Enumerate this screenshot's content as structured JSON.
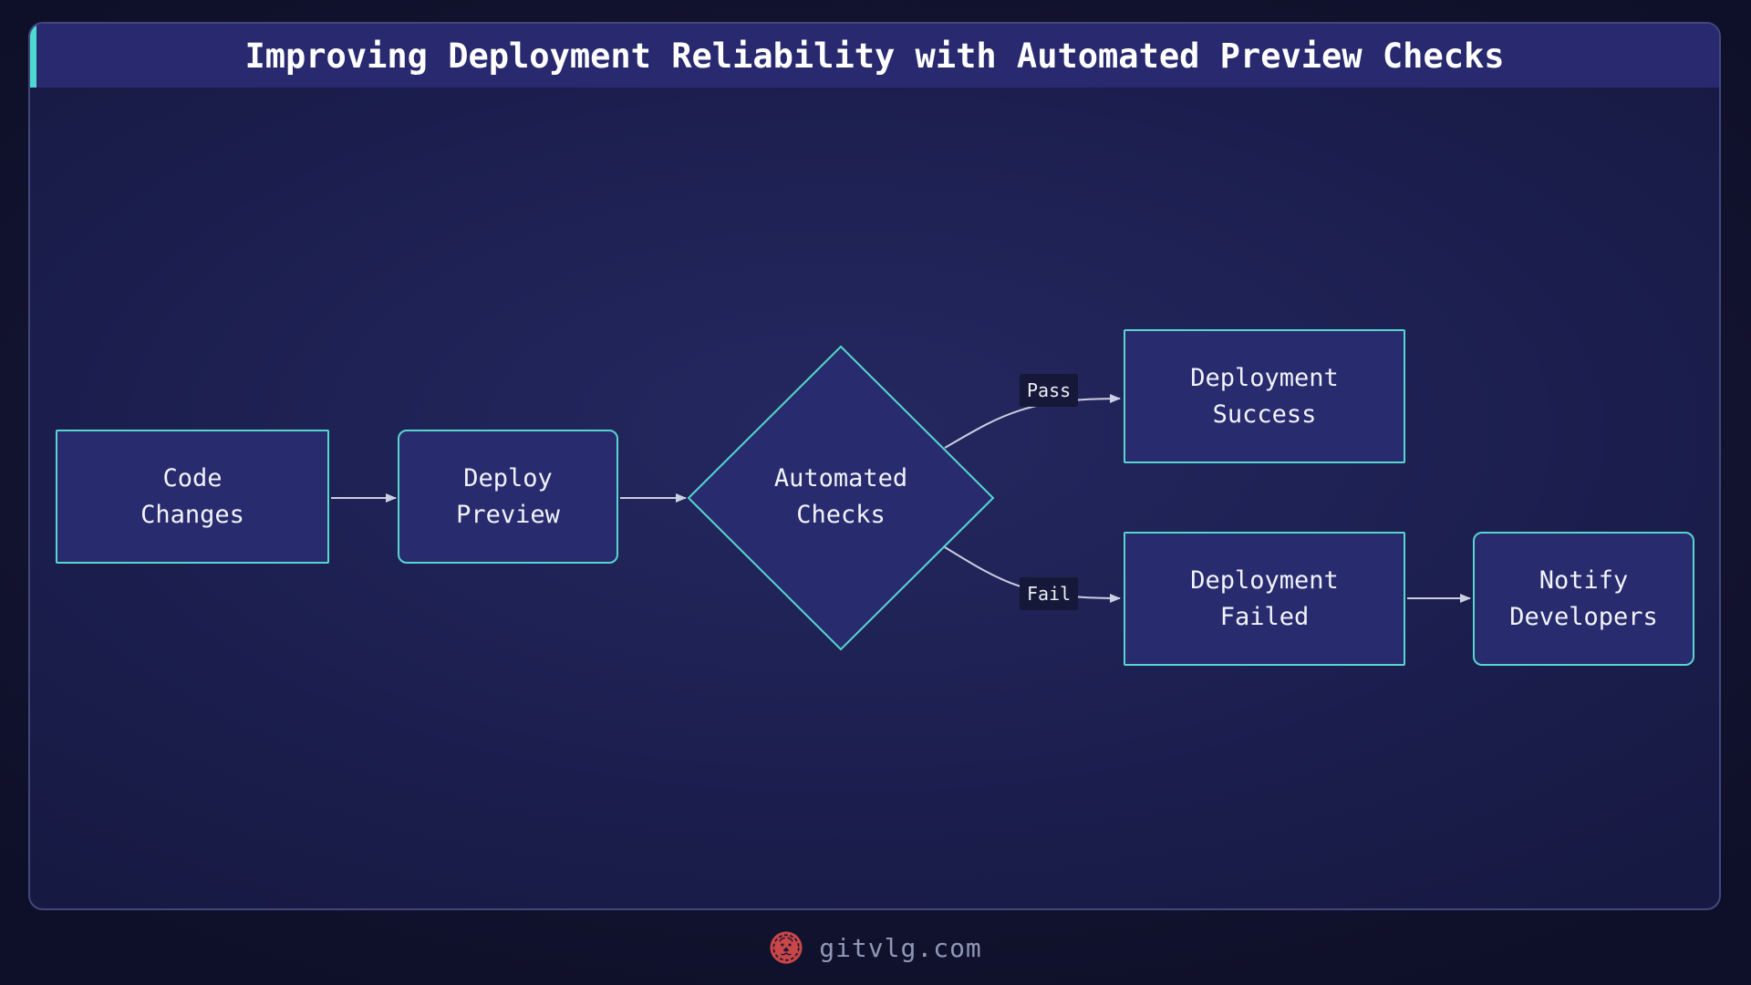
{
  "title": "Improving Deployment Reliability with Automated Preview Checks",
  "diagram": {
    "type": "flowchart",
    "direction": "left-to-right",
    "nodes": [
      {
        "id": "code-changes",
        "label": "Code Changes",
        "line1": "Code",
        "line2": "Changes",
        "shape": "rect"
      },
      {
        "id": "deploy-preview",
        "label": "Deploy Preview",
        "line1": "Deploy",
        "line2": "Preview",
        "shape": "rounded-rect"
      },
      {
        "id": "automated-checks",
        "label": "Automated Checks",
        "line1": "Automated",
        "line2": "Checks",
        "shape": "diamond"
      },
      {
        "id": "deployment-success",
        "label": "Deployment Success",
        "line1": "Deployment",
        "line2": "Success",
        "shape": "rect"
      },
      {
        "id": "deployment-failed",
        "label": "Deployment Failed",
        "line1": "Deployment",
        "line2": "Failed",
        "shape": "rect"
      },
      {
        "id": "notify-developers",
        "label": "Notify Developers",
        "line1": "Notify",
        "line2": "Developers",
        "shape": "rounded-rect"
      }
    ],
    "edges": [
      {
        "from": "code-changes",
        "to": "deploy-preview",
        "label": ""
      },
      {
        "from": "deploy-preview",
        "to": "automated-checks",
        "label": ""
      },
      {
        "from": "automated-checks",
        "to": "deployment-success",
        "label": "Pass"
      },
      {
        "from": "automated-checks",
        "to": "deployment-failed",
        "label": "Fail"
      },
      {
        "from": "deployment-failed",
        "to": "notify-developers",
        "label": ""
      }
    ]
  },
  "footer": {
    "site": "gitvlg.com",
    "logo": "lion-badge"
  },
  "colors": {
    "page_bg": "#0e0f28",
    "canvas_bg": "#1c1f4f",
    "titlebar_bg": "#28296e",
    "accent_teal": "#4fd8d2",
    "node_fill": "#282c6f",
    "node_border": "#57d5ce",
    "node_text": "#f2f3fa",
    "edge_stroke": "#c9cde0",
    "edge_label_bg": "#151838",
    "container_border": "#43477c",
    "footer_text": "#8f97b6",
    "logo_red": "#c84747"
  }
}
